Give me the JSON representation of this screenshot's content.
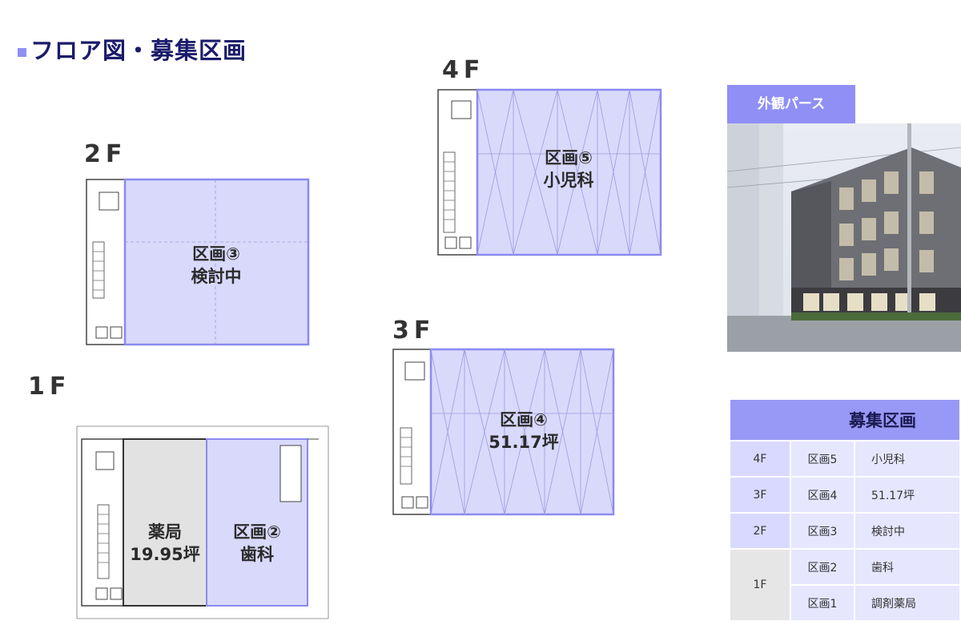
{
  "page": {
    "title": "フロア図・募集区画"
  },
  "floors": {
    "f4": {
      "label": "4F",
      "zone_name": "区画⑤",
      "zone_use": "小児科"
    },
    "f3": {
      "label": "3F",
      "zone_name": "区画④",
      "zone_use": "51.17坪"
    },
    "f2": {
      "label": "2F",
      "zone_name": "区画③",
      "zone_use": "検討中"
    },
    "f1": {
      "label": "1F",
      "pharmacy_name": "薬局",
      "pharmacy_area": "19.95坪",
      "zone_name": "区画②",
      "zone_use": "歯科"
    }
  },
  "exterior": {
    "tag": "外観パース"
  },
  "table": {
    "header": "募集区画",
    "rows": [
      {
        "floor": "4F",
        "zone": "区画5",
        "use": "小児科"
      },
      {
        "floor": "3F",
        "zone": "区画4",
        "use": "51.17坪"
      },
      {
        "floor": "2F",
        "zone": "区画3",
        "use": "検討中"
      },
      {
        "floor": "1F",
        "zone": "区画2",
        "use": "歯科"
      },
      {
        "floor": "",
        "zone": "区画1",
        "use": "調剤薬局"
      }
    ]
  },
  "colors": {
    "accent": "#8f8ff5",
    "zone_fill": "#d9d9fb",
    "zone_border": "#8a8af0",
    "pharmacy_fill": "#e2e2e2",
    "title": "#1b1b6b"
  }
}
